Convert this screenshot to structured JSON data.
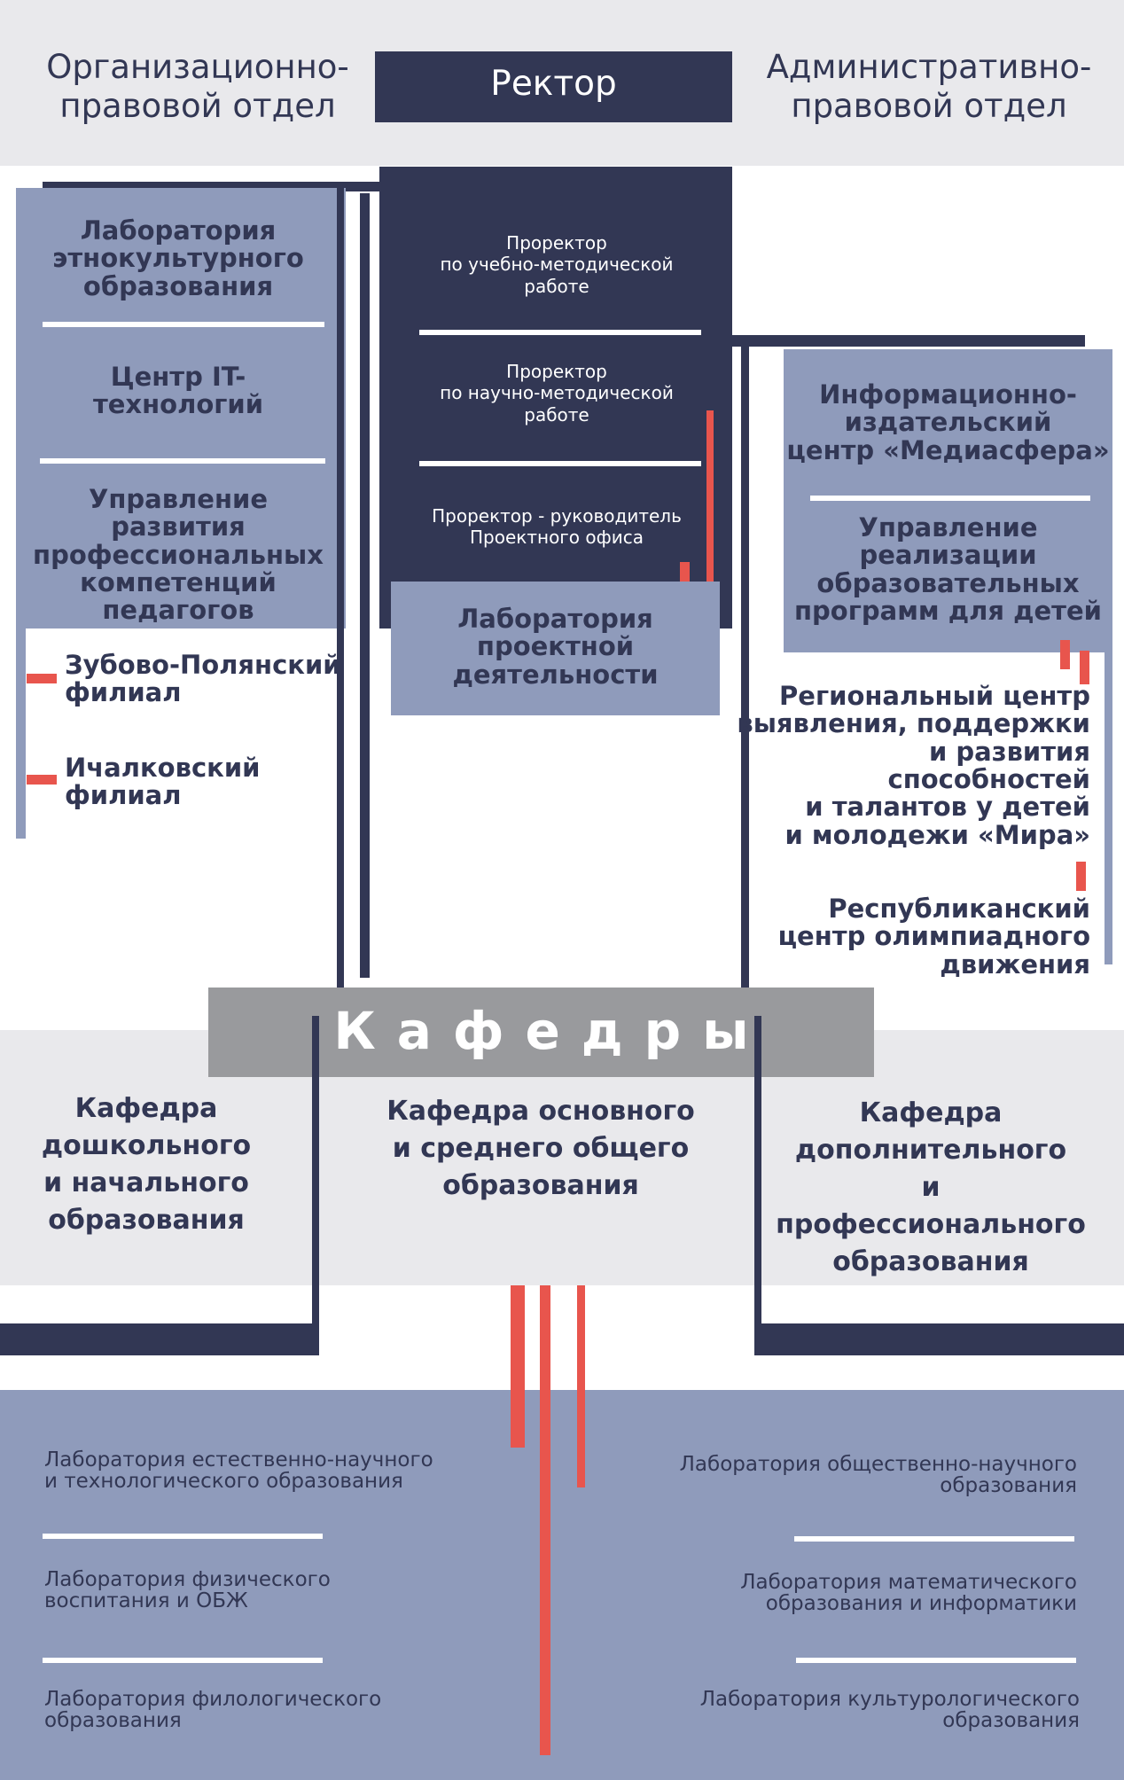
{
  "top": {
    "left_dept": "Организационно-\nправовой отдел",
    "rector": "Ректор",
    "right_dept": "Административно-\nправовой отдел"
  },
  "left_column": {
    "items": [
      "Лаборатория\nэтнокультурного\nобразования",
      "Центр IT-\nтехнологий",
      "Управление развития\nпрофессиональных\nкомпетенций\nпедагогов"
    ],
    "branches": [
      "Зубово-Полянский\nфилиал",
      "Ичалковский\nфилиал"
    ]
  },
  "center_column": {
    "prorectors": [
      "Проректор\nпо учебно-методической\nработе",
      "Проректор\nпо научно-методической\nработе",
      "Проректор - руководитель\nПроектного офиса"
    ],
    "lab": "Лаборатория\nпроектной\nдеятельности"
  },
  "right_column": {
    "items": [
      "Информационно-\nиздательский\nцентр «Медиасфера»",
      "Управление\nреализации\nобразовательных\nпрограмм для детей"
    ],
    "regional_center": "Региональный центр\nвыявления, поддержки\nи развития\nспособностей\nи талантов у детей\nи молодежи «Мира»",
    "olympiad_center": "Республиканский\nцентр олимпиадного\nдвижения"
  },
  "departments": {
    "header": "Кафедры",
    "items": [
      "Кафедра\nдошкольного\nи начального\nобразования",
      "Кафедра основного\nи среднего общего\nобразования",
      "Кафедра\nдополнительного\nи профессионального\nобразования"
    ]
  },
  "labs": {
    "left": [
      "Лаборатория естественно-научного\nи технологического образования",
      "Лаборатория физического\nвоспитания и ОБЖ",
      "Лаборатория филологического\nобразования"
    ],
    "right": [
      "Лаборатория общественно-научного\nобразования",
      "Лаборатория математического\nобразования и информатики",
      "Лаборатория культурологического\nобразования"
    ]
  }
}
